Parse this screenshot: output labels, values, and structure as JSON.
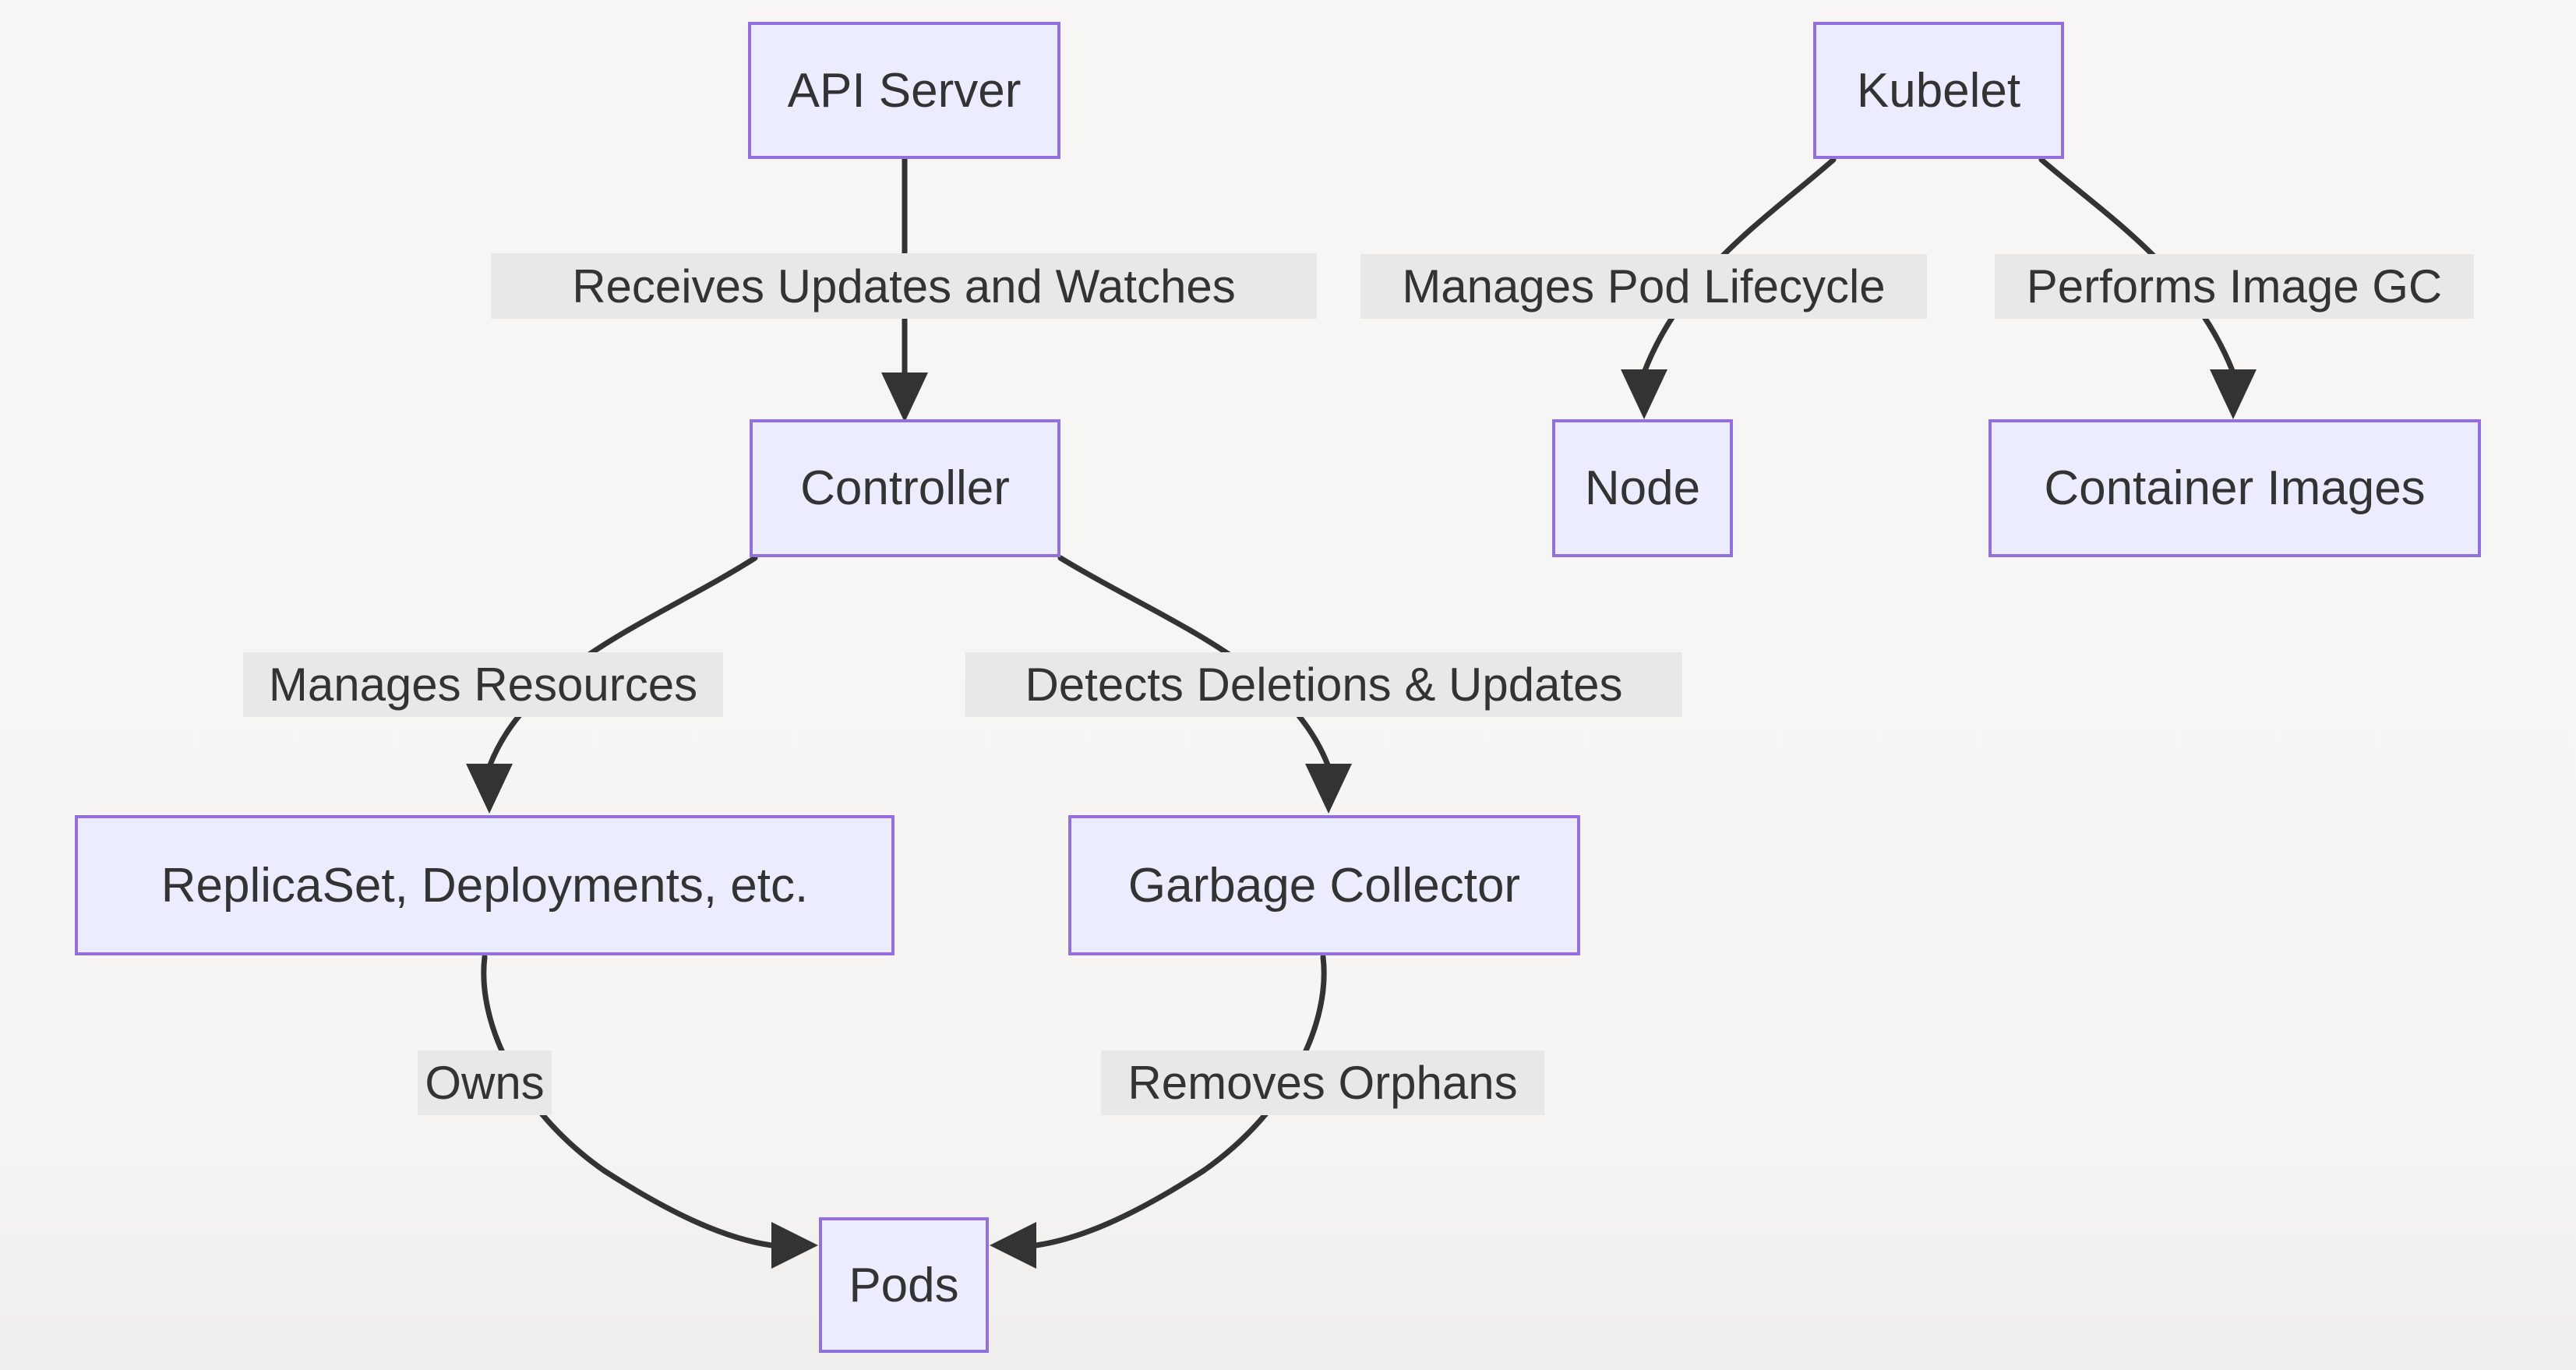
{
  "diagram": {
    "title": "Kubernetes garbage collection flowchart",
    "colors": {
      "background": "#f6f5f3",
      "node_fill": "#ececff",
      "node_border": "#9370db",
      "edge_color": "#333333",
      "edge_label_bg": "#e8e8e8",
      "text_color": "#333333"
    },
    "nodes": [
      {
        "id": "api-server",
        "label": "API Server"
      },
      {
        "id": "kubelet",
        "label": "Kubelet"
      },
      {
        "id": "controller",
        "label": "Controller"
      },
      {
        "id": "node",
        "label": "Node"
      },
      {
        "id": "container-images",
        "label": "Container Images"
      },
      {
        "id": "replicaset-deployments",
        "label": "ReplicaSet, Deployments, etc."
      },
      {
        "id": "garbage-collector",
        "label": "Garbage Collector"
      },
      {
        "id": "pods",
        "label": "Pods"
      }
    ],
    "edges": [
      {
        "from": "API Server",
        "to": "Controller",
        "label": "Receives Updates and Watches"
      },
      {
        "from": "Kubelet",
        "to": "Node",
        "label": "Manages Pod Lifecycle"
      },
      {
        "from": "Kubelet",
        "to": "Container Images",
        "label": "Performs Image GC"
      },
      {
        "from": "Controller",
        "to": "ReplicaSet, Deployments, etc.",
        "label": "Manages Resources"
      },
      {
        "from": "Controller",
        "to": "Garbage Collector",
        "label": "Detects Deletions & Updates"
      },
      {
        "from": "ReplicaSet, Deployments, etc.",
        "to": "Pods",
        "label": "Owns"
      },
      {
        "from": "Garbage Collector",
        "to": "Pods",
        "label": "Removes Orphans"
      }
    ]
  }
}
